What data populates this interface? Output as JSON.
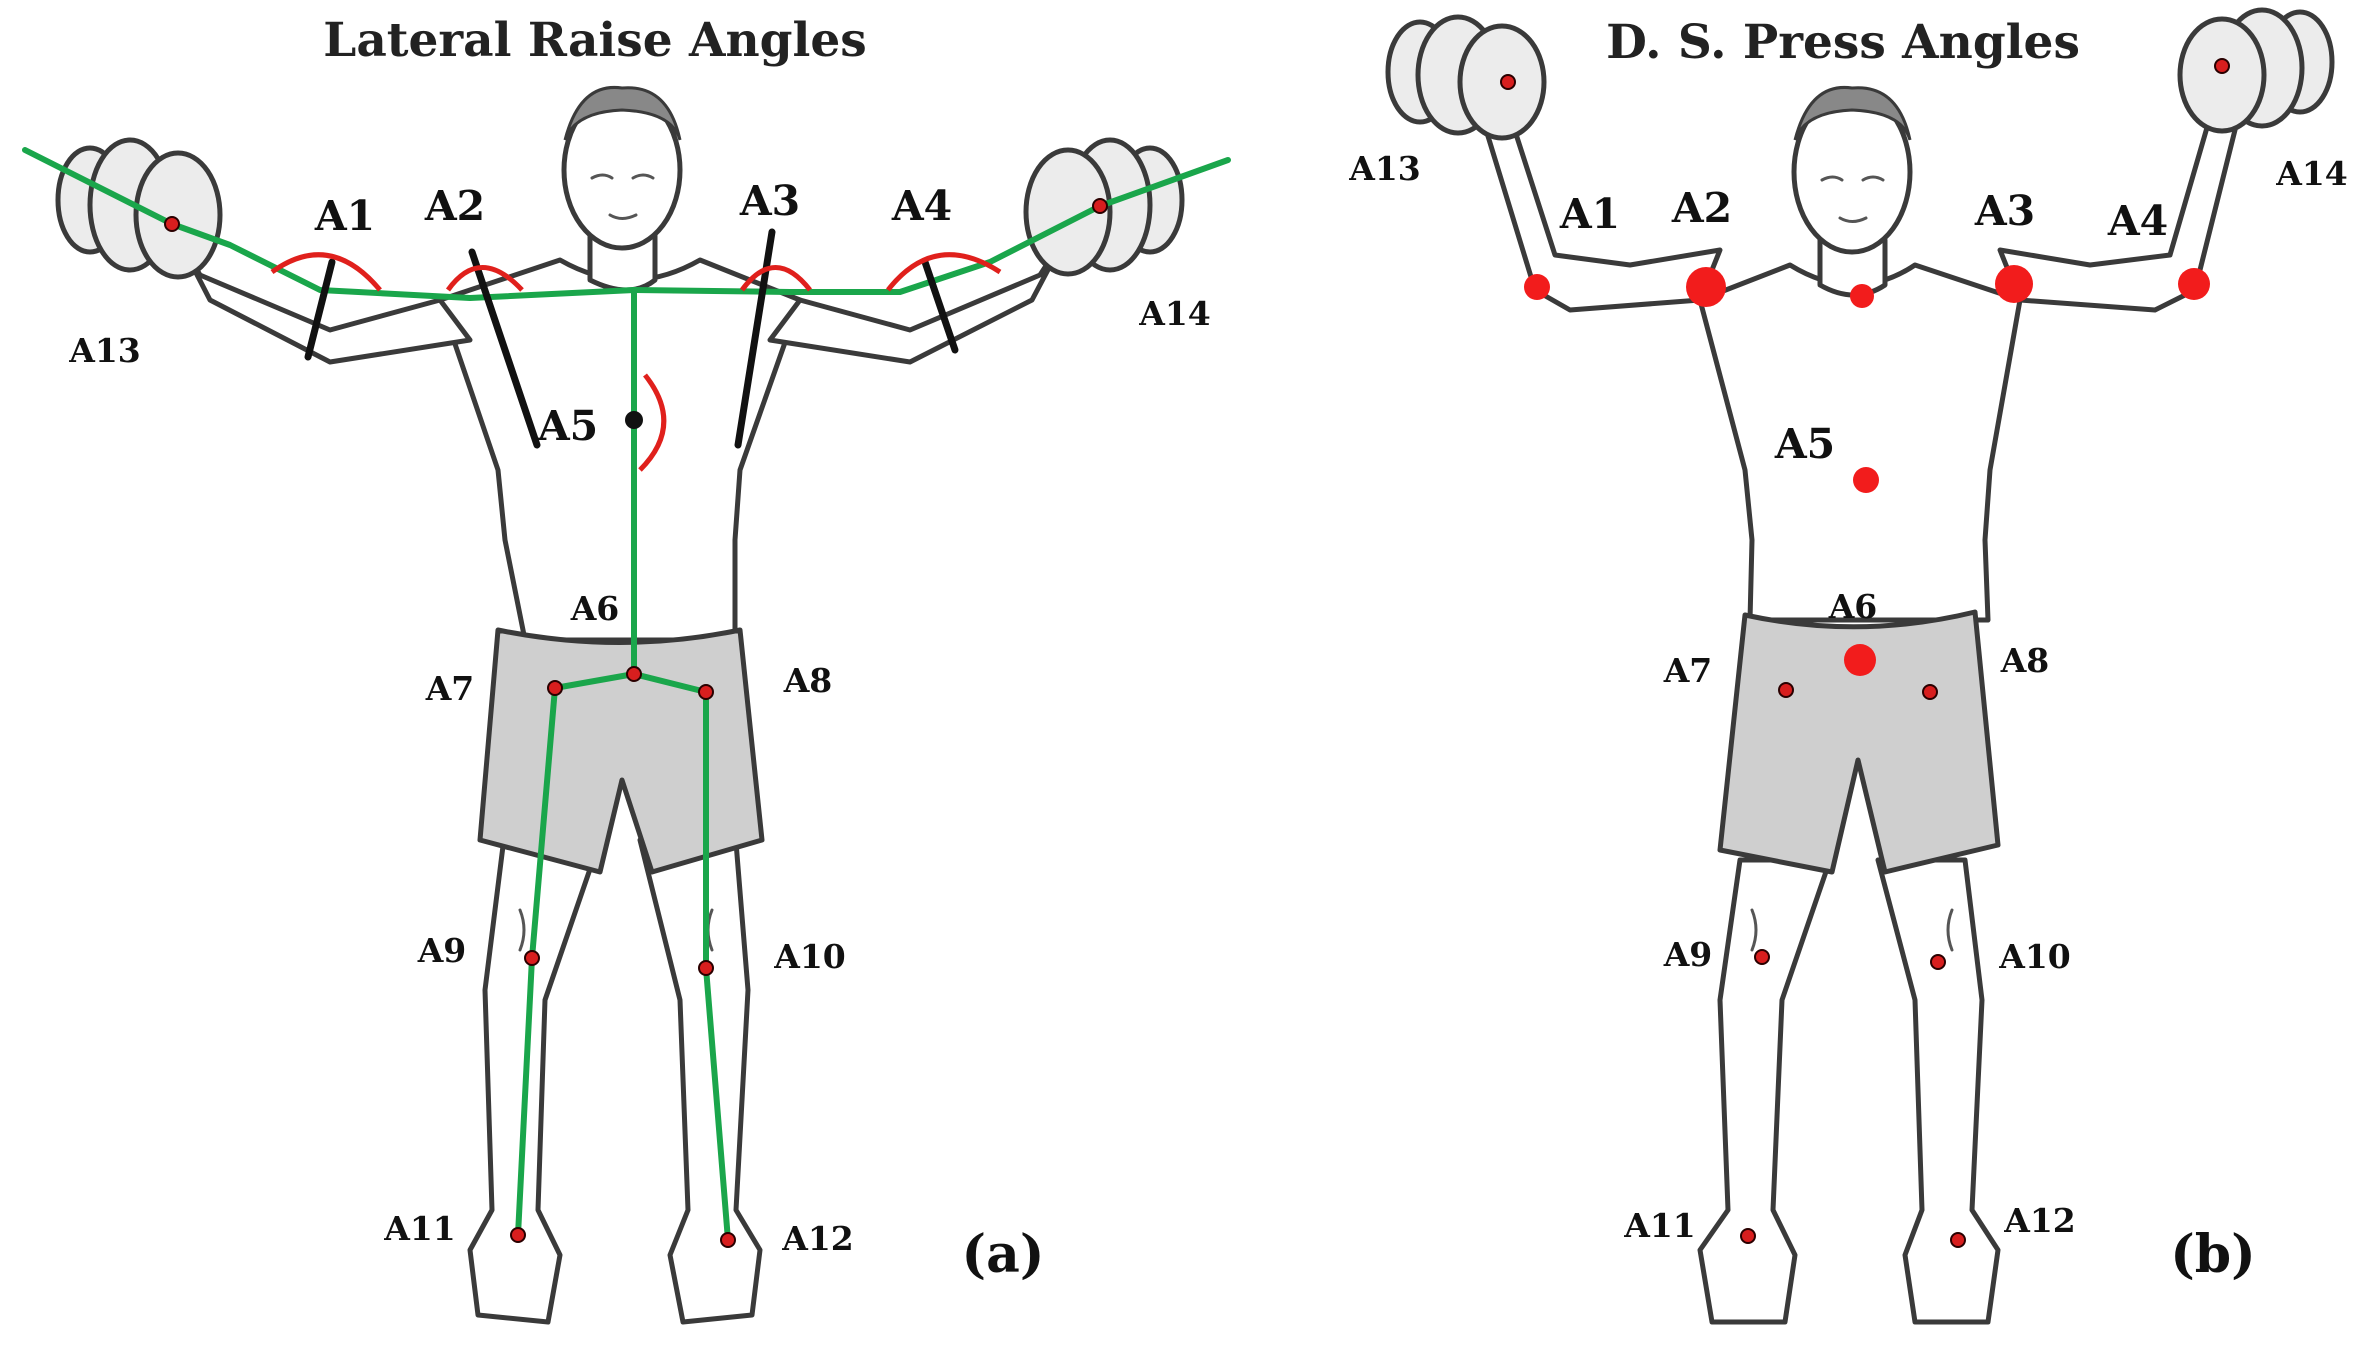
{
  "panels": [
    {
      "title": "Lateral Raise Angles",
      "caption": "(a)",
      "labels": [
        "A1",
        "A2",
        "A3",
        "A4",
        "A5",
        "A6",
        "A7",
        "A8",
        "A9",
        "A10",
        "A11",
        "A12",
        "A13",
        "A14"
      ]
    },
    {
      "title": "D. S. Press Angles",
      "caption": "(b)",
      "labels": [
        "A1",
        "A2",
        "A3",
        "A4",
        "A5",
        "A6",
        "A7",
        "A8",
        "A9",
        "A10",
        "A11",
        "A12",
        "A13",
        "A14"
      ]
    }
  ],
  "colors": {
    "skeleton": "#1aa64b",
    "angle_arc": "#e0201c",
    "joint_marker": "#d81e1e",
    "shorts": "#cfcfcf"
  }
}
